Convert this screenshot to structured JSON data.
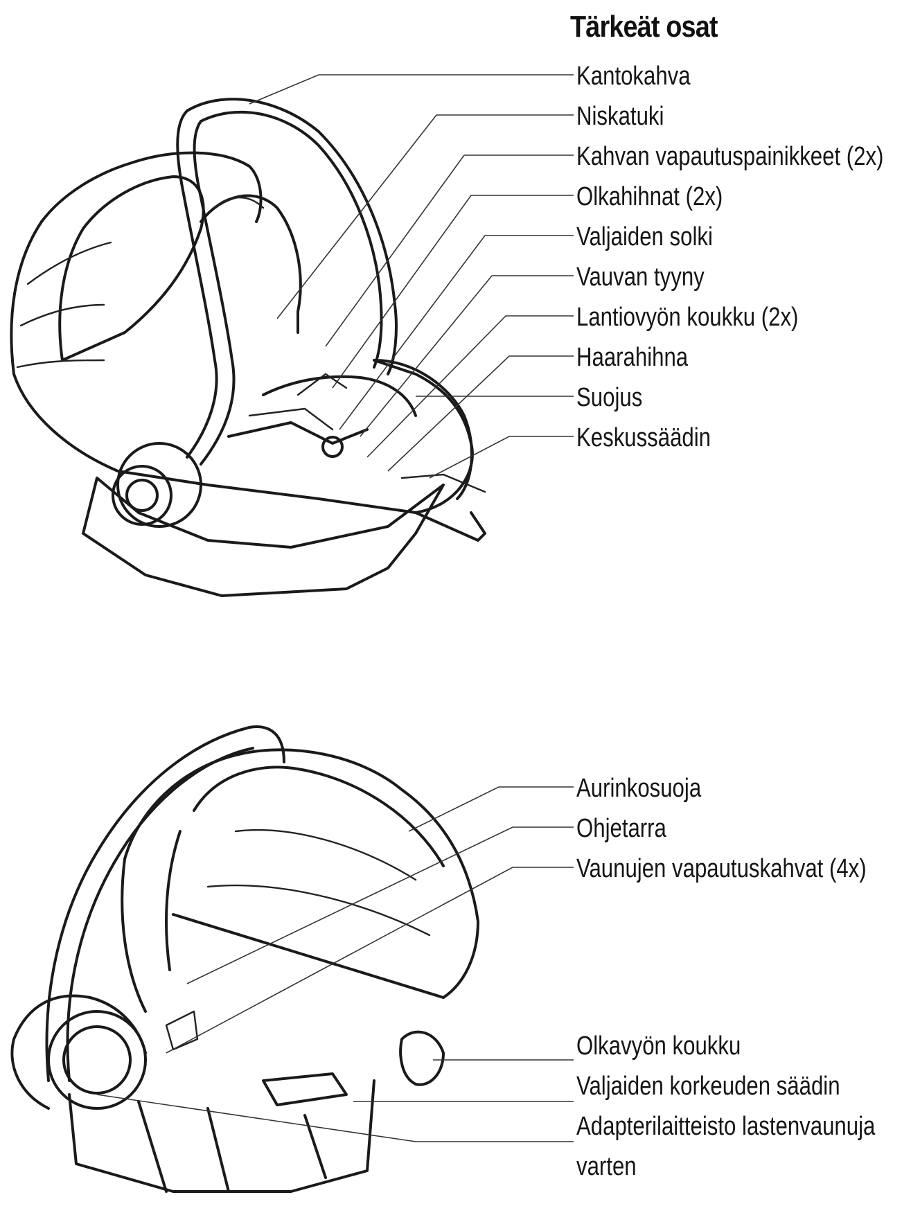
{
  "title": "Tärkeät osat",
  "top_labels": [
    "Kantokahva",
    "Niskatuki",
    "Kahvan vapautuspainikkeet (2x)",
    "Olkahihnat (2x)",
    "Valjaiden solki",
    "Vauvan tyyny",
    "Lantiovyön koukku (2x)",
    "Haarahihna",
    "Suojus",
    "Keskussäädin"
  ],
  "bottom_labels_a": [
    "Aurinkosuoja",
    "Ohjetarra",
    "Vaunujen vapautuskahvat (4x)"
  ],
  "bottom_labels_b": [
    "Olkavyön koukku",
    "Valjaiden korkeuden säädin",
    "Adapterilaitteisto lastenvaunuja",
    "varten"
  ]
}
